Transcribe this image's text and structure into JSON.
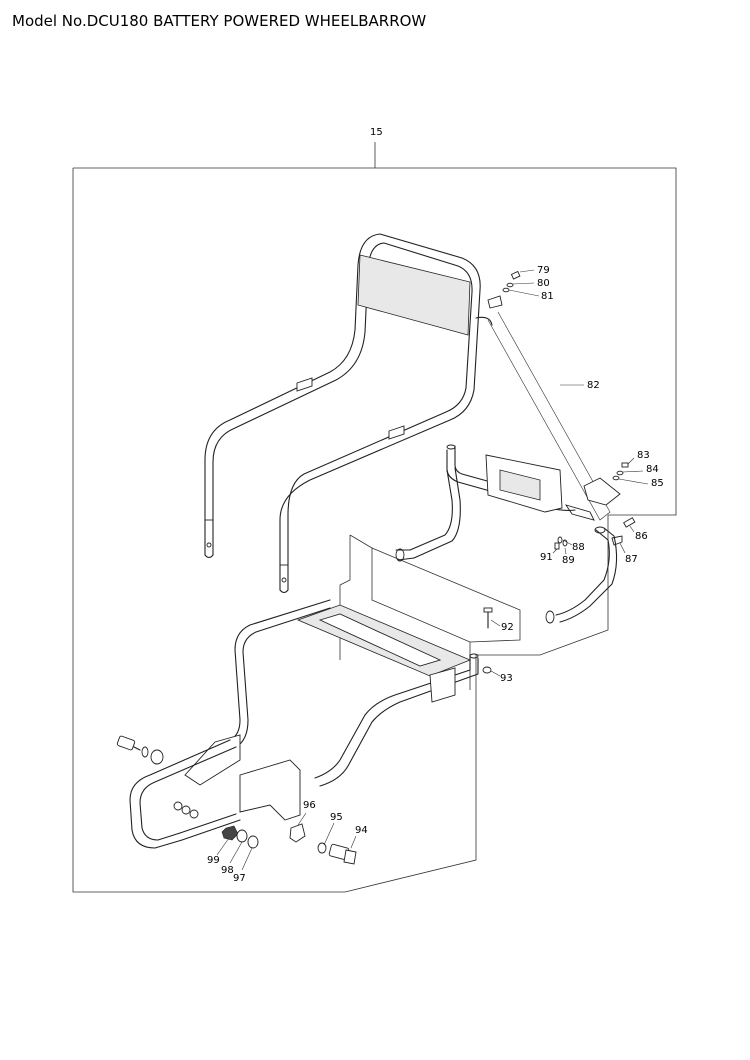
{
  "title": "Model No.DCU180 BATTERY POWERED WHEELBARROW",
  "assembly_label": "15",
  "parts": [
    "79",
    "80",
    "81",
    "82",
    "83",
    "84",
    "85",
    "86",
    "87",
    "88",
    "89",
    "91",
    "92",
    "93",
    "94",
    "95",
    "96",
    "97",
    "98",
    "99"
  ]
}
